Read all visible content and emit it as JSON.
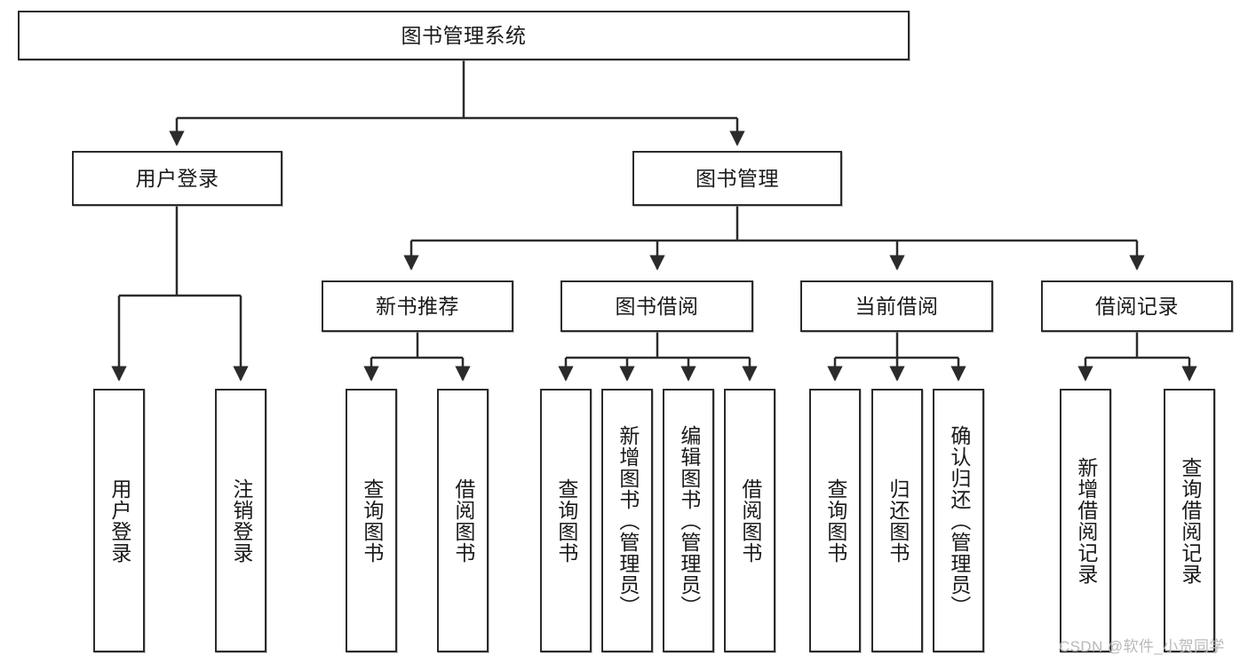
{
  "diagram": {
    "title": "图书管理系统",
    "watermark": "CSDN @软件_小贺同学",
    "colors": {
      "border": "#2b2b2b",
      "background": "#ffffff",
      "text": "#1a1a1a",
      "watermark": "#b9b9b9"
    },
    "nodes": {
      "root": {
        "label": "图书管理系统"
      },
      "level2": [
        {
          "id": "user-login",
          "label": "用户登录"
        },
        {
          "id": "book-management",
          "label": "图书管理"
        }
      ],
      "level3": [
        {
          "id": "new-book-recommend",
          "label": "新书推荐"
        },
        {
          "id": "book-borrow",
          "label": "图书借阅"
        },
        {
          "id": "current-borrow",
          "label": "当前借阅"
        },
        {
          "id": "borrow-record",
          "label": "借阅记录"
        }
      ],
      "leaves": {
        "user-login": [
          {
            "id": "leaf-user-login",
            "label": "用户登录"
          },
          {
            "id": "leaf-logout",
            "label": "注销登录"
          }
        ],
        "new-book-recommend": [
          {
            "id": "leaf-query-book-1",
            "label": "查询图书"
          },
          {
            "id": "leaf-borrow-book-1",
            "label": "借阅图书"
          }
        ],
        "book-borrow": [
          {
            "id": "leaf-query-book-2",
            "label": "查询图书"
          },
          {
            "id": "leaf-add-book",
            "label": "新增图书（管理员）"
          },
          {
            "id": "leaf-edit-book",
            "label": "编辑图书（管理员）"
          },
          {
            "id": "leaf-borrow-book-2",
            "label": "借阅图书"
          }
        ],
        "current-borrow": [
          {
            "id": "leaf-query-book-3",
            "label": "查询图书"
          },
          {
            "id": "leaf-return-book",
            "label": "归还图书"
          },
          {
            "id": "leaf-confirm-return",
            "label": "确认归还（管理员）"
          }
        ],
        "borrow-record": [
          {
            "id": "leaf-add-record",
            "label": "新增借阅记录"
          },
          {
            "id": "leaf-query-record",
            "label": "查询借阅记录"
          }
        ]
      }
    }
  }
}
